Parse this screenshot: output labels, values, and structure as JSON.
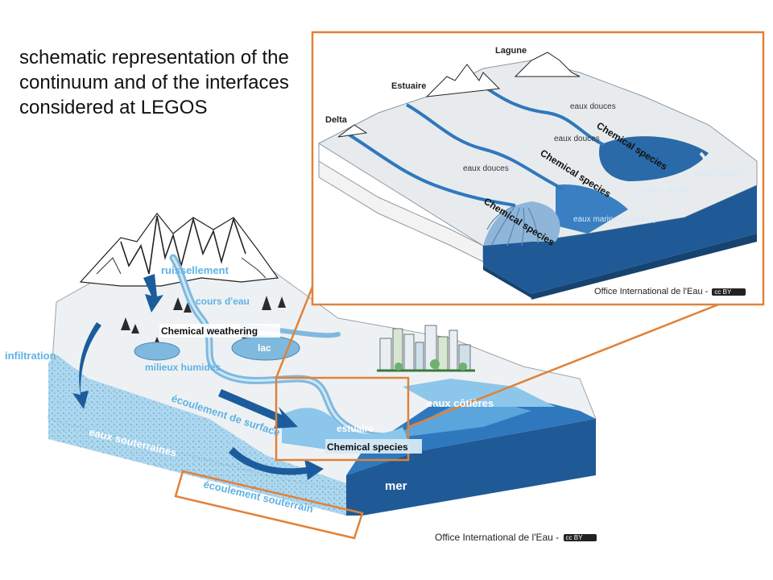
{
  "title": "schematic representation of the continuum and of the interfaces considered at LEGOS",
  "inset": {
    "region_labels": {
      "lagune": "Lagune",
      "estuaire": "Estuaire",
      "delta": "Delta"
    },
    "water_labels": {
      "eaux_douces_1": "eaux douces",
      "eaux_douces_2": "eaux douces",
      "eaux_douces_3": "eaux douces",
      "eaux_marines": "eaux marines",
      "cordon_littoral": "cordon littoral",
      "eaux_marines_marees": "eaux marines (marées)"
    },
    "chemical_labels": [
      "Chemical species",
      "Chemical species",
      "Chemical species"
    ],
    "credit": "Office International de l'Eau -"
  },
  "main": {
    "labels": {
      "ruissellement": "ruissellement",
      "cours_deau": "cours d'eau",
      "chemical_weathering": "Chemical weathering",
      "infiltration": "infiltration",
      "lac": "lac",
      "milieux_humides": "milieux humides",
      "ecoulement_surface": "écoulement de surface",
      "eaux_souterraines": "eaux souterraines",
      "eaux_cotieres": "eaux côtières",
      "estuaire": "estuaire",
      "chemical_species": "Chemical species",
      "mer": "mer",
      "ecoulement_souterrain": "écoulement souterrain"
    },
    "credit": "Office International de l'Eau -",
    "cc_badge": "cc BY"
  },
  "colors": {
    "highlight_orange": "#e0823a",
    "sea_dark": "#1f5a97",
    "water_light": "#8cc6ea",
    "label_blue": "#5fb2e3",
    "groundwater": "#b9def2"
  }
}
